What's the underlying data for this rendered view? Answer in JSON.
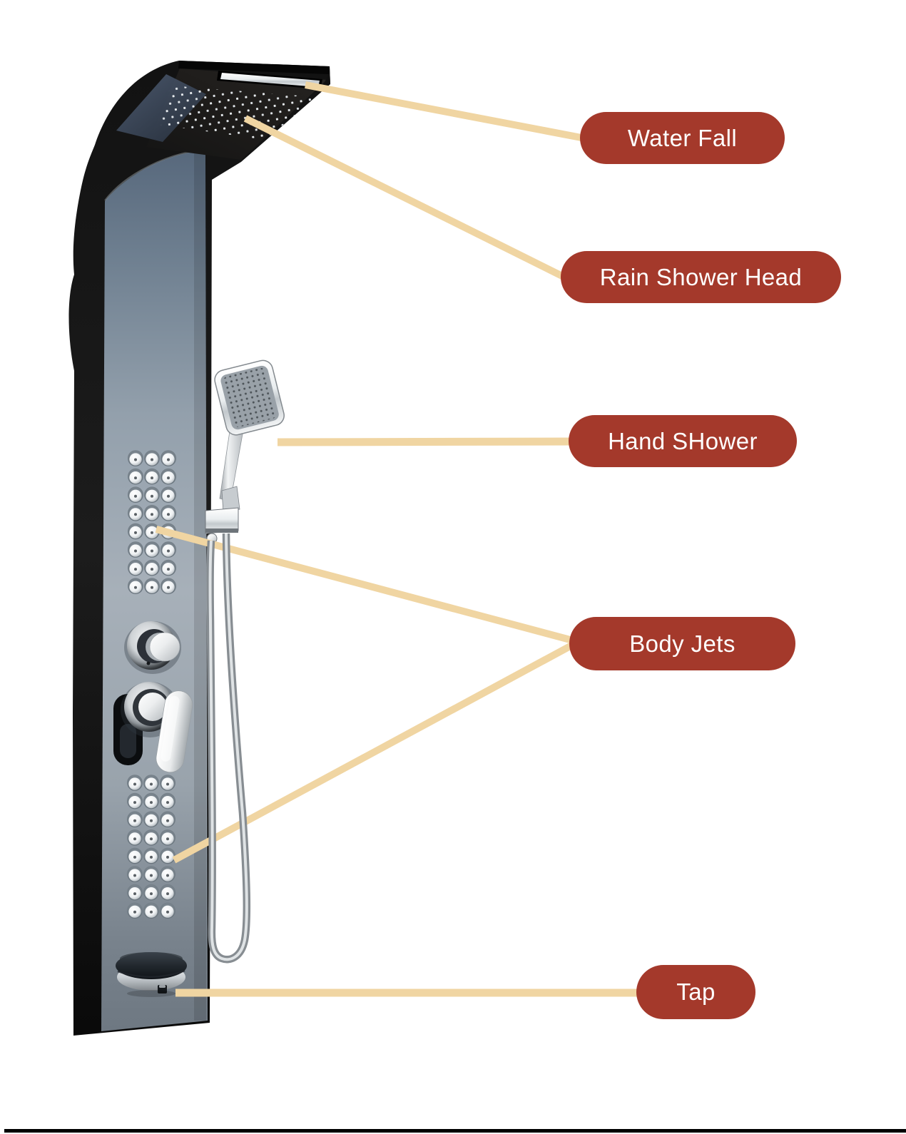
{
  "page": {
    "background": "#ffffff",
    "footer_rule_color": "#000000"
  },
  "palette": {
    "label_bg": "#A4392B",
    "label_text": "#ffffff",
    "connector": "#F0D5A2"
  },
  "labels": {
    "water_fall": "Water Fall",
    "rain_shower_head": "Rain Shower Head",
    "hand_shower": "Hand SHower",
    "body_jets": "Body Jets",
    "tap": "Tap"
  }
}
